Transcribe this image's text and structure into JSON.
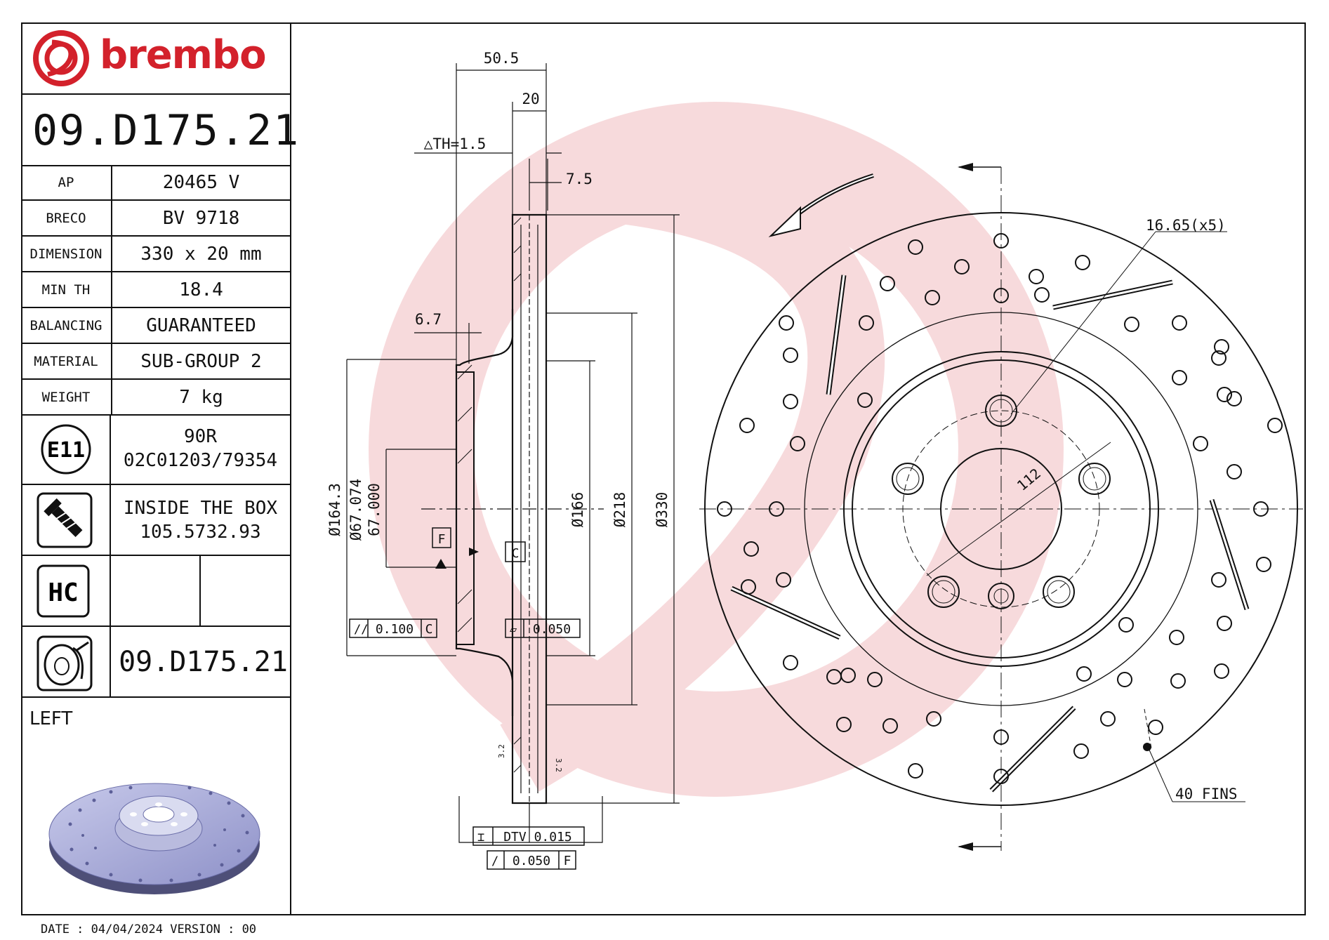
{
  "brand": {
    "name": "brembo",
    "color": "#d3212b"
  },
  "part_number": "09.D175.21",
  "specs": [
    {
      "key": "AP",
      "value": "20465 V"
    },
    {
      "key": "BRECO",
      "value": "BV 9718"
    },
    {
      "key": "DIMENSION",
      "value": "330 x 20 mm"
    },
    {
      "key": "MIN TH",
      "value": "18.4"
    },
    {
      "key": "BALANCING",
      "value": "GUARANTEED"
    },
    {
      "key": "MATERIAL",
      "value": "SUB-GROUP 2"
    },
    {
      "key": "WEIGHT",
      "value": "7 kg"
    }
  ],
  "approval": {
    "mark": "E11",
    "line1": "90R",
    "line2": "02C01203/79354"
  },
  "inside_box": {
    "line1": "INSIDE THE BOX",
    "line2": "105.5732.93"
  },
  "hc_badge": "HC",
  "part_number_repeat": "09.D175.21",
  "side_label": "LEFT",
  "footer": {
    "date_text": "DATE : 04/04/2024 VERSION : 00"
  },
  "section_drawing": {
    "dim_total_width": "50.5",
    "dim_thickness": "20",
    "dim_th": "△TH=1.5",
    "dim_7_5": "7.5",
    "dim_6_7": "6.7",
    "dia_164_3": "Ø164.3",
    "dia_67_074": "Ø67.074",
    "dia_67_000": "67.000",
    "dia_166": "Ø166",
    "dia_218": "Ø218",
    "dia_330": "Ø330",
    "datum_f": "F",
    "datum_c": "C",
    "tol_parallel_value": "0.100",
    "tol_parallel_ref": "C",
    "tol_flat_value": "0.050",
    "tol_dtv_label": "DTV 0.015",
    "tol_runout_value": "0.050",
    "tol_runout_ref": "F",
    "roughness": "3.2"
  },
  "front_view": {
    "bolt_holes": "16.65(x5)",
    "pcd": "112",
    "fins": "40 FINS"
  }
}
